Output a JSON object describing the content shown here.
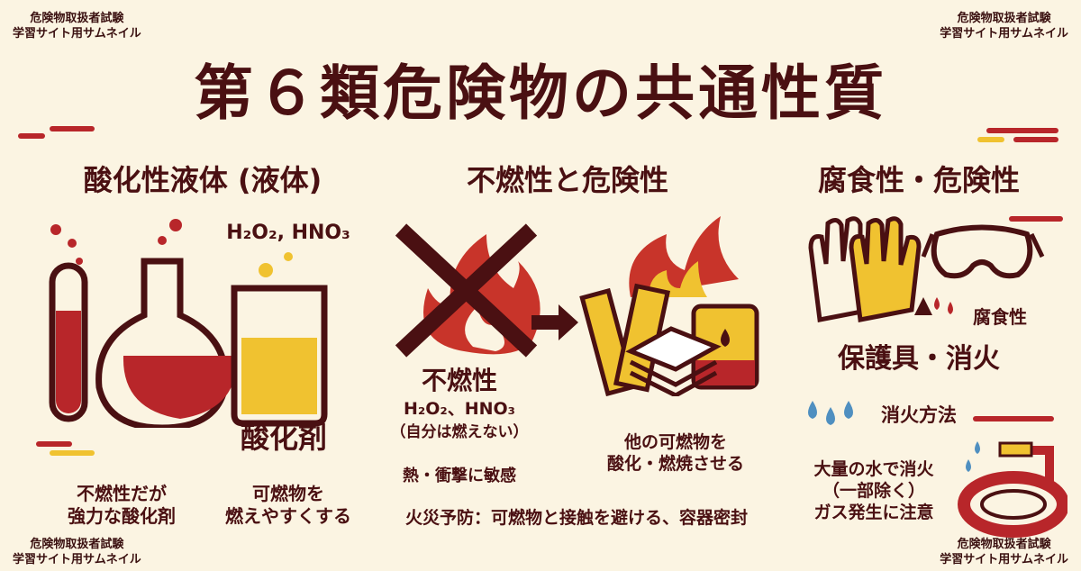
{
  "watermark": {
    "line1": "危険物取扱者試験",
    "line2": "学習サイト用サムネイル"
  },
  "title": "第６類危険物の共通性質",
  "sections": {
    "oxidizing": {
      "heading": "酸化性液体 (液体)",
      "formula": "H₂O₂, HNO₃",
      "label": "酸化剤",
      "note1": "不燃性だが\n強力な酸化剤",
      "note2": "可燃物を\n燃えやすくする"
    },
    "nonflammable": {
      "heading": "不燃性と危険性",
      "label": "不燃性",
      "formula": "H₂O₂、HNO₃",
      "self": "（自分は燃えない）",
      "sensitive": "熱・衝撃に敏感",
      "oxidize": "他の可燃物を\n酸化・燃焼させる",
      "prevention": "火災予防：可燃物と接触を避ける、容器密封"
    },
    "corrosive": {
      "heading": "腐食性・危険性",
      "corrosive_label": "腐食性",
      "protect": "保護具・消火",
      "extinguish_heading": "消火方法",
      "extinguish": "大量の水で消火\n（一部除く）\nガス発生に注意"
    }
  },
  "colors": {
    "bg": "#fbf4e2",
    "dark": "#4a1012",
    "red": "#b8262a",
    "yellow": "#f0c230"
  }
}
